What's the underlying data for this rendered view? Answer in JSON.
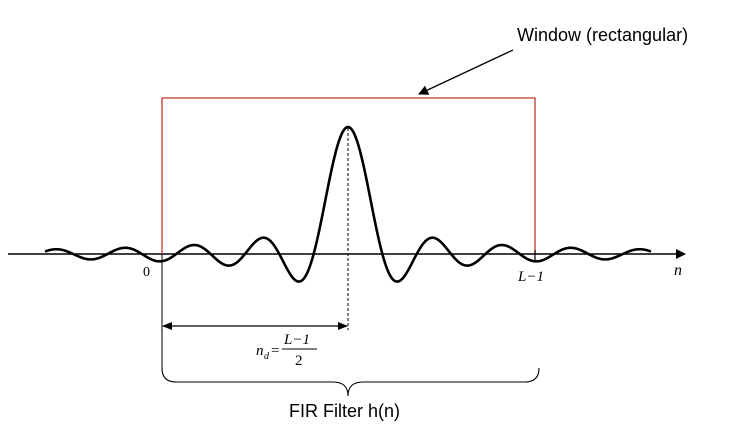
{
  "labels": {
    "window": "Window (rectangular)",
    "origin": "0",
    "end_sample": "L−1",
    "axis": "n",
    "delay_lhs_var": "n",
    "delay_lhs_sub": "d",
    "delay_eq": "=",
    "delay_numerator": "L−1",
    "delay_denominator": "2",
    "filter": "FIR Filter h(n)"
  },
  "colors": {
    "window": "#c0392b",
    "curve": "#000000",
    "text": "#000000"
  }
}
